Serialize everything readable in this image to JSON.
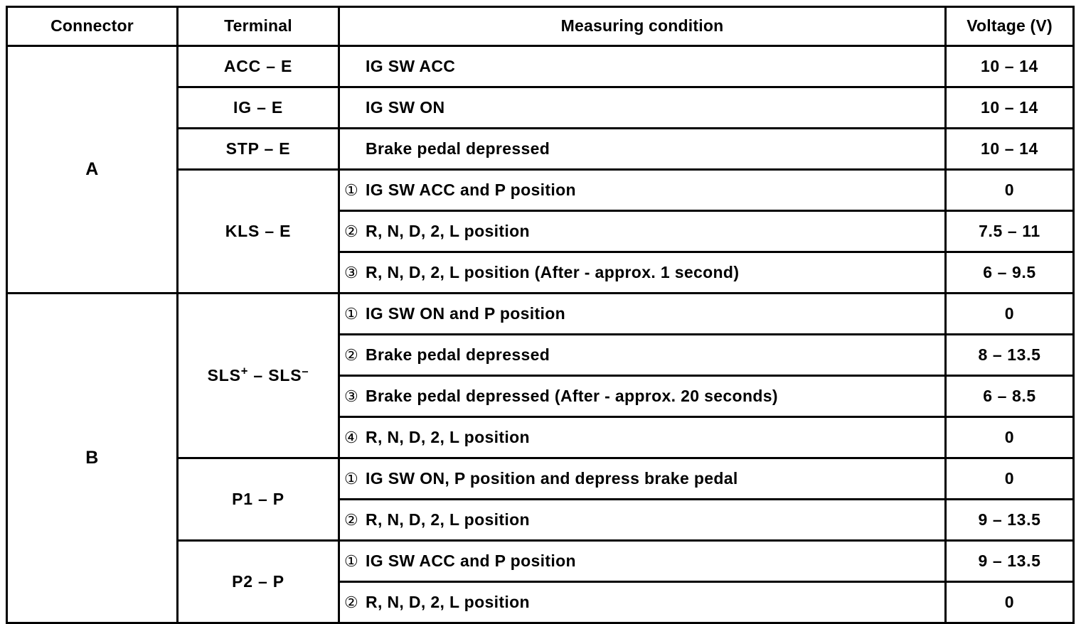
{
  "table": {
    "headers": {
      "connector": "Connector",
      "terminal": "Terminal",
      "condition": "Measuring condition",
      "voltage": "Voltage (V)"
    },
    "connector_groups": [
      {
        "label": "A",
        "rowspan": 6
      },
      {
        "label": "B",
        "rowspan": 7
      }
    ],
    "terminal_groups": [
      {
        "label_prefix": "ACC – E",
        "sup1": "",
        "label_suffix": "",
        "rowspan": 1
      },
      {
        "label_prefix": "IG – E",
        "sup1": "",
        "label_suffix": "",
        "rowspan": 1
      },
      {
        "label_prefix": "STP – E",
        "sup1": "",
        "label_suffix": "",
        "rowspan": 1
      },
      {
        "label_prefix": "KLS – E",
        "sup1": "",
        "label_suffix": "",
        "rowspan": 3
      },
      {
        "label_prefix": "SLS",
        "sup1": "+",
        "label_mid": " – SLS",
        "sup2": "–",
        "label_suffix": "",
        "rowspan": 4
      },
      {
        "label_prefix": "P1 – P",
        "sup1": "",
        "label_suffix": "",
        "rowspan": 2
      },
      {
        "label_prefix": "P2 – P",
        "sup1": "",
        "label_suffix": "",
        "rowspan": 2
      }
    ],
    "rows": [
      {
        "marker": "",
        "condition": "IG SW ACC",
        "voltage": "10 – 14"
      },
      {
        "marker": "",
        "condition": "IG SW ON",
        "voltage": "10 – 14"
      },
      {
        "marker": "",
        "condition": "Brake pedal depressed",
        "voltage": "10 – 14"
      },
      {
        "marker": "①",
        "condition": "IG SW ACC and P position",
        "voltage": "0"
      },
      {
        "marker": "②",
        "condition": "R, N, D, 2, L position",
        "voltage": "7.5 – 11"
      },
      {
        "marker": "③",
        "condition": "R, N, D, 2, L position (After - approx. 1 second)",
        "voltage": "6 – 9.5"
      },
      {
        "marker": "①",
        "condition": "IG SW ON and P position",
        "voltage": "0"
      },
      {
        "marker": "②",
        "condition": "Brake pedal depressed",
        "voltage": "8 – 13.5"
      },
      {
        "marker": "③",
        "condition": "Brake pedal depressed (After - approx. 20 seconds)",
        "voltage": "6 – 8.5"
      },
      {
        "marker": "④",
        "condition": "R, N, D, 2, L position",
        "voltage": "0"
      },
      {
        "marker": "①",
        "condition": "IG SW ON, P position and depress brake pedal",
        "voltage": "0"
      },
      {
        "marker": "②",
        "condition": "R, N, D, 2, L position",
        "voltage": "9 – 13.5"
      },
      {
        "marker": "①",
        "condition": "IG SW ACC and P position",
        "voltage": "9 – 13.5"
      },
      {
        "marker": "②",
        "condition": "R, N, D, 2, L position",
        "voltage": "0"
      }
    ]
  }
}
